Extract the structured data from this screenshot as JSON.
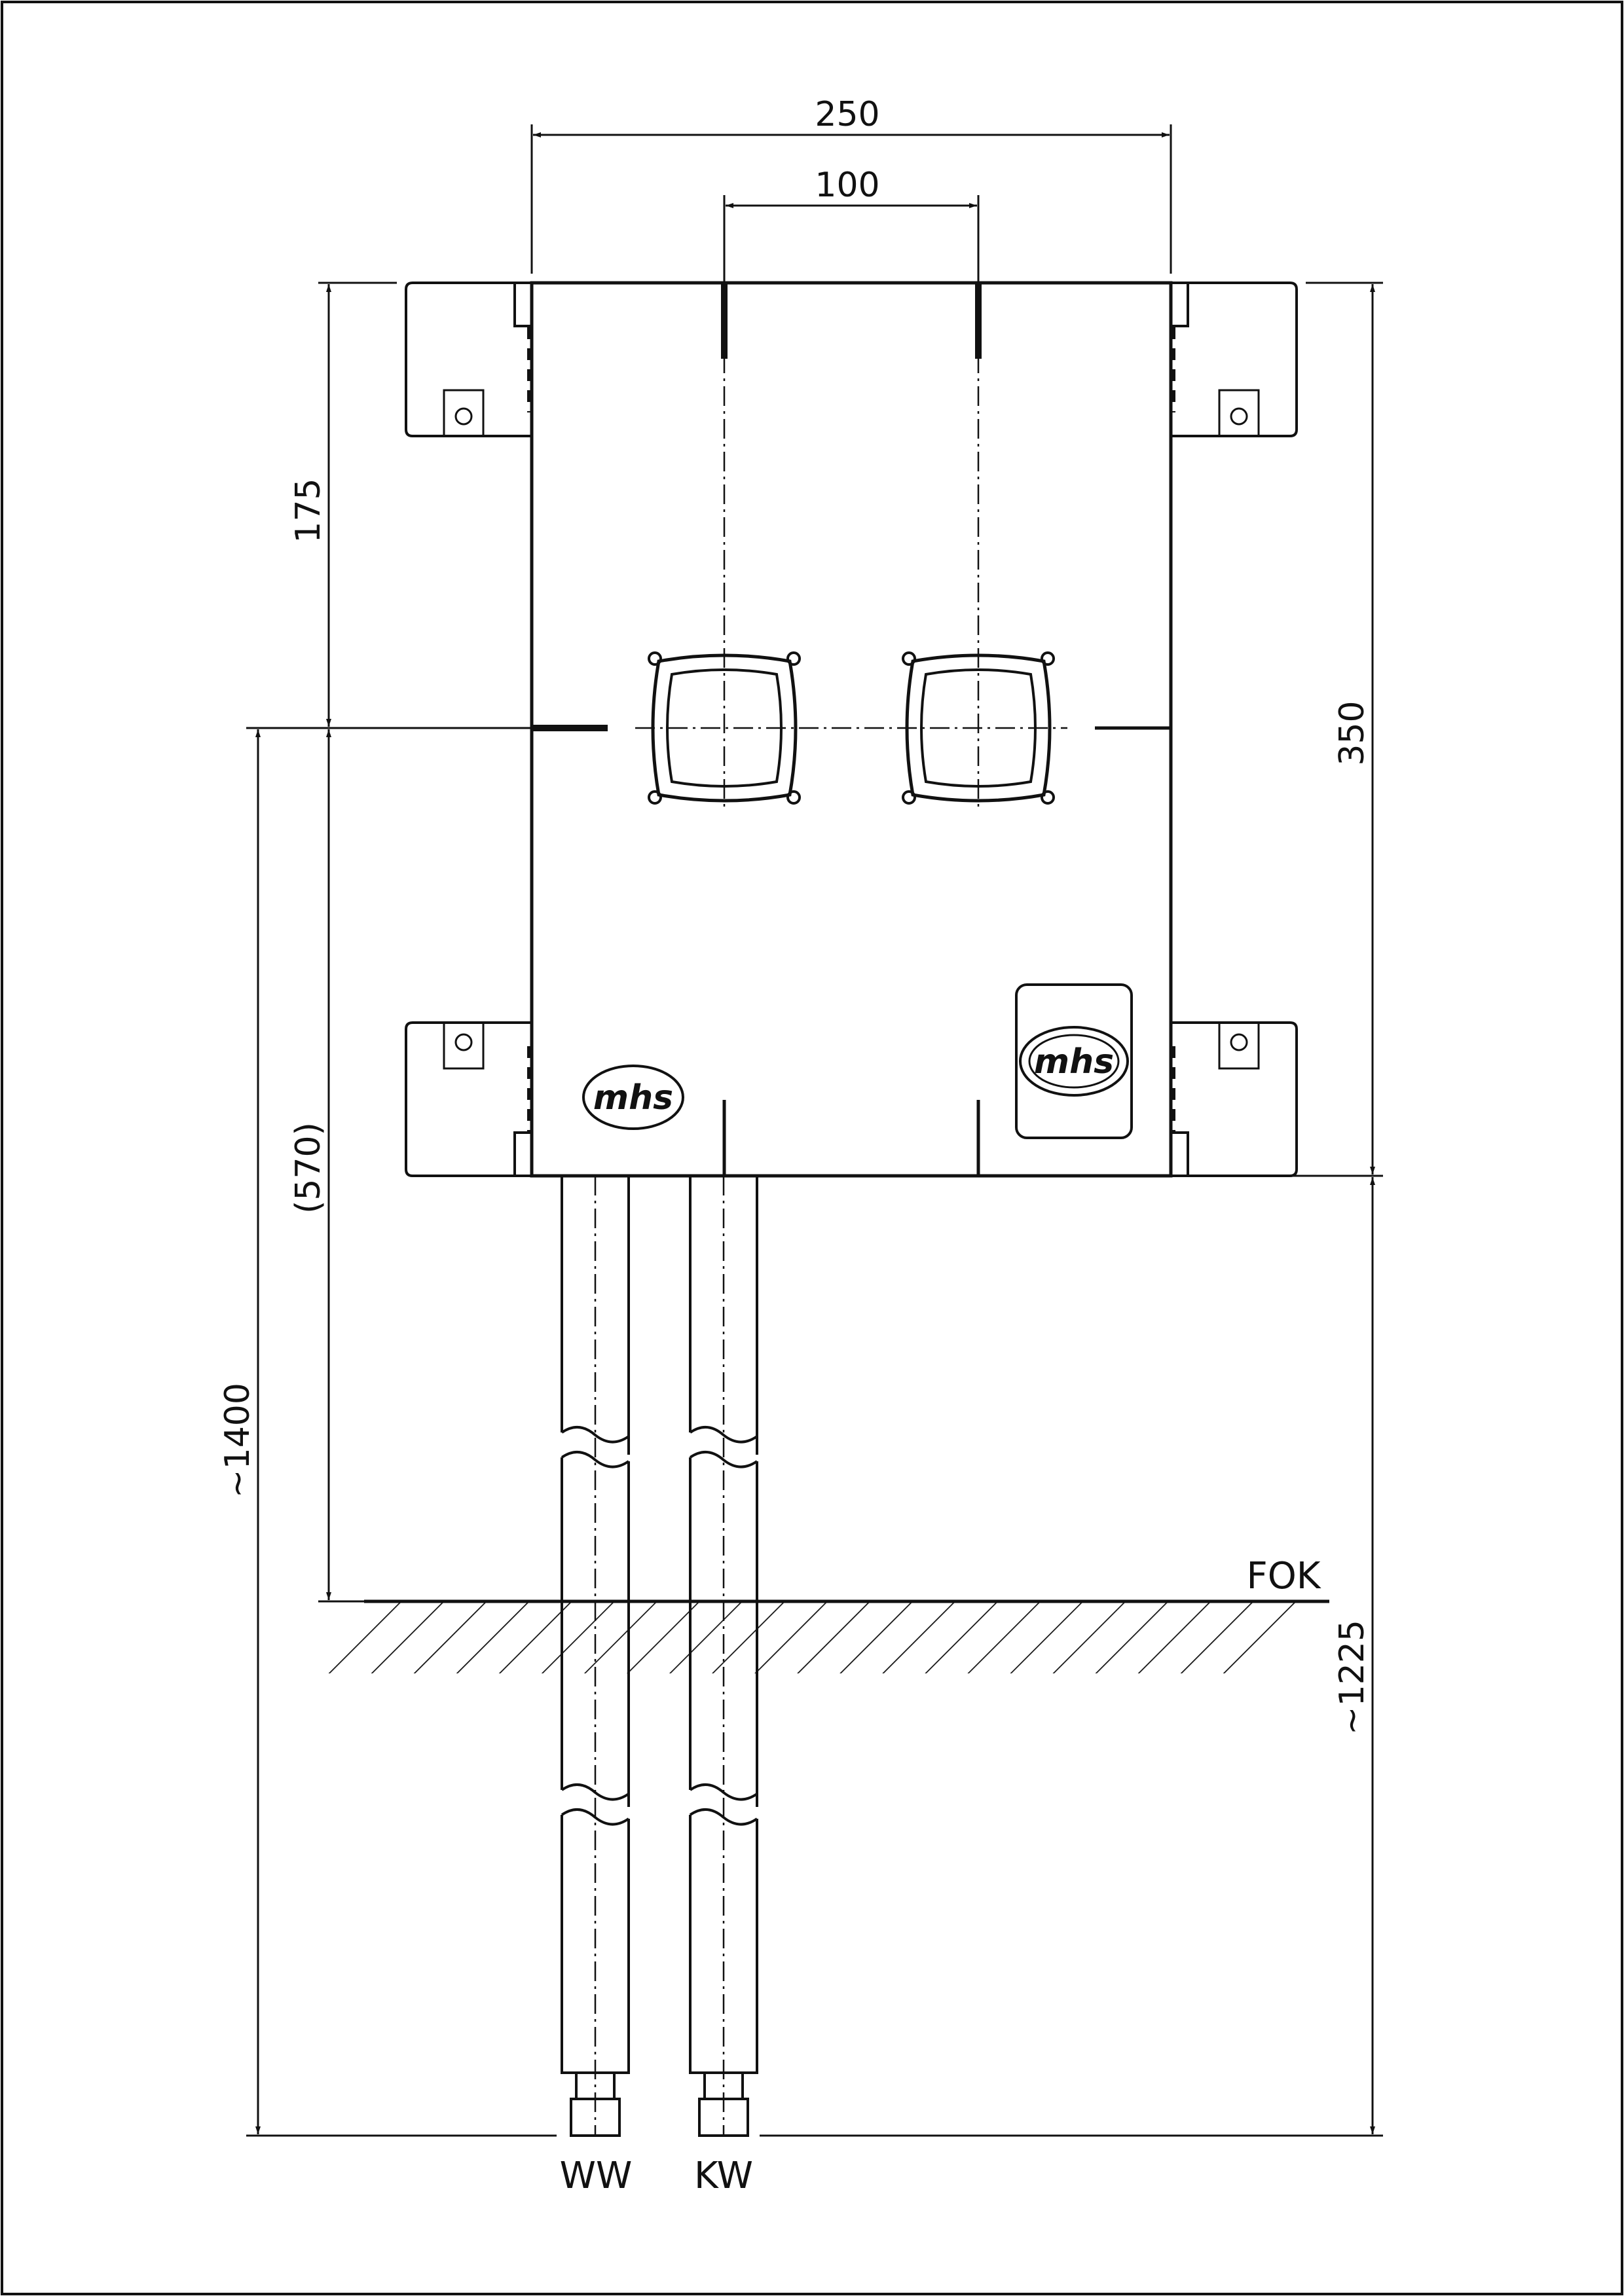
{
  "dimensions": {
    "width_total": "250",
    "spacing": "100",
    "height_upper": "175",
    "height_total": "350",
    "height_to_floor": "(570)",
    "total_length": "~1400",
    "pipe_length": "~1225"
  },
  "labels": {
    "floor": "FOK",
    "pipe_left": "WW",
    "pipe_right": "KW"
  },
  "logos": {
    "small": "mhs",
    "large": "mhs"
  }
}
